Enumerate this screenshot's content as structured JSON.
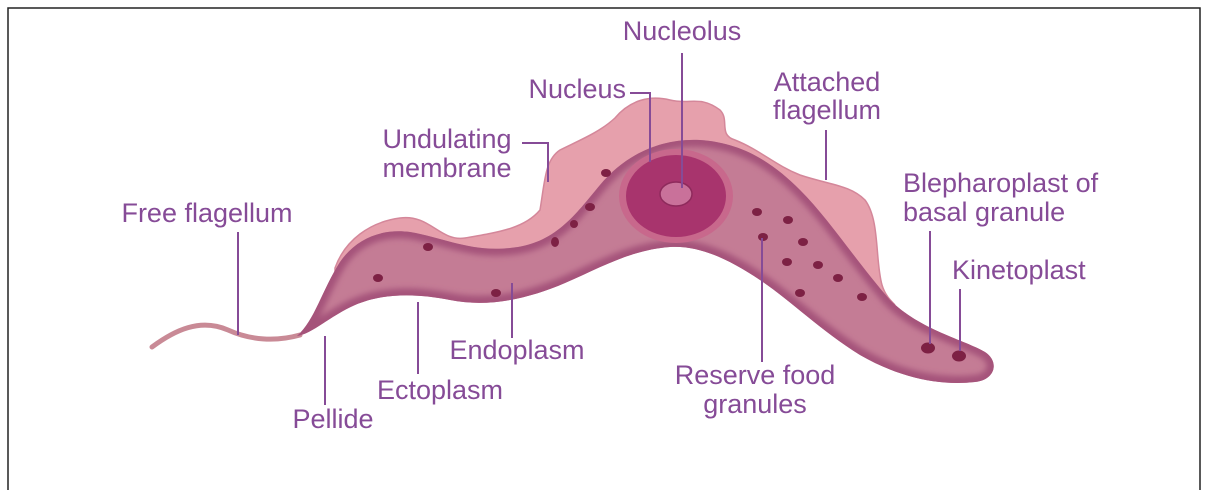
{
  "diagram": {
    "labels": {
      "nucleolus": [
        "Nucleolus"
      ],
      "nucleus": [
        "Nucleus"
      ],
      "attached_flagellum": [
        "Attached",
        "flagellum"
      ],
      "undulating_membrane": [
        "Undulating",
        "membrane"
      ],
      "free_flagellum": [
        "Free flagellum"
      ],
      "blepharoplast": [
        "Blepharoplast of",
        "basal granule"
      ],
      "kinetoplast": [
        "Kinetoplast"
      ],
      "endoplasm": [
        "Endoplasm"
      ],
      "reserve_food_granules": [
        "Reserve food",
        "granules"
      ],
      "ectoplasm": [
        "Ectoplasm"
      ],
      "pellide": [
        "Pellide"
      ]
    }
  },
  "colors": {
    "label": "#864b97",
    "membrane": "#e6a0ac",
    "membrane_edge": "#d4879a",
    "body": "#c47c95",
    "body_rim": "#a5537a",
    "nucleus": "#a8346d",
    "nucleus_ring": "#c8688c",
    "nucleolus": "#c9719a",
    "granule": "#7d2144",
    "flagellum": "#c98a96"
  }
}
